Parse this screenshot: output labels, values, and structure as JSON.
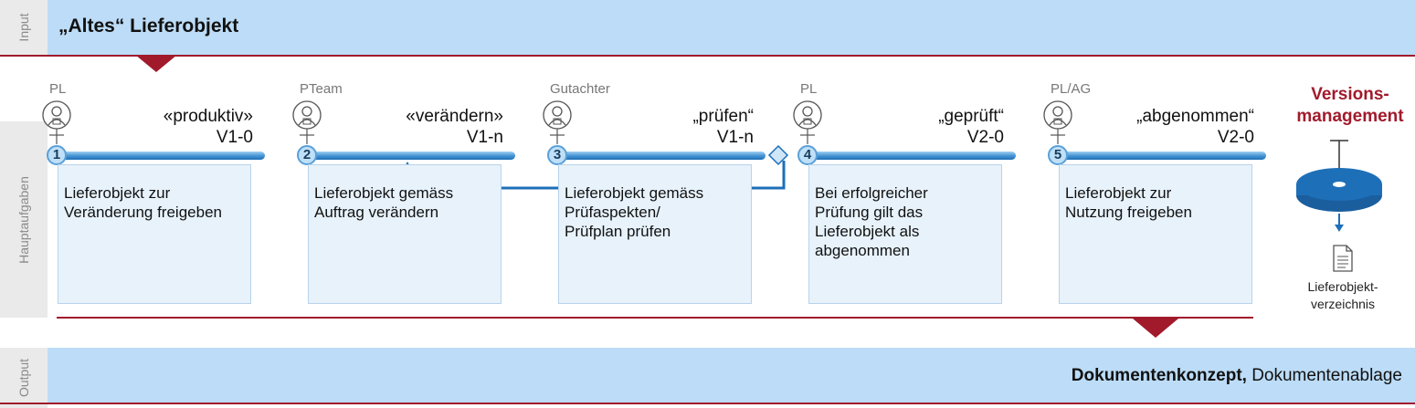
{
  "side_labels": {
    "input": "Input",
    "main": "Hauptaufgaben",
    "output": "Output"
  },
  "input_title": "„Altes“ Lieferobjekt",
  "steps": [
    {
      "number": "1",
      "role": "PL",
      "status": "«produktiv»",
      "version": "V1-0",
      "text": "Lieferobjekt zur\nVeränderung freigeben"
    },
    {
      "number": "2",
      "role": "PTeam",
      "status": "«verändern»",
      "version": "V1-n",
      "text": "Lieferobjekt gemäss\nAuftrag verändern"
    },
    {
      "number": "3",
      "role": "Gutachter",
      "status": "„prüfen“",
      "version": "V1-n",
      "text": "Lieferobjekt gemäss\nPrüfaspekten/\nPrüfplan prüfen"
    },
    {
      "number": "4",
      "role": "PL",
      "status": "„geprüft“",
      "version": "V2-0",
      "text": "Bei erfolgreicher\nPrüfung gilt das\nLieferobjekt als\nabgenommen"
    },
    {
      "number": "5",
      "role": "PL/AG",
      "status": "„abgenommen“",
      "version": "V2-0",
      "text": "Lieferobjekt zur\nNutzung freigeben"
    }
  ],
  "versioning": {
    "title_line1": "Versions-",
    "title_line2": "management",
    "doc_label_line1": "Lieferobjekt-",
    "doc_label_line2": "verzeichnis"
  },
  "output": {
    "bold": "Dokumentenkonzept,",
    "normal": " Dokumentenablage"
  },
  "colors": {
    "band": "#bcdcf7",
    "accent_red": "#a11a2c",
    "track_blue": "#1d6fb8",
    "disk_blue": "#1d6fb8"
  }
}
